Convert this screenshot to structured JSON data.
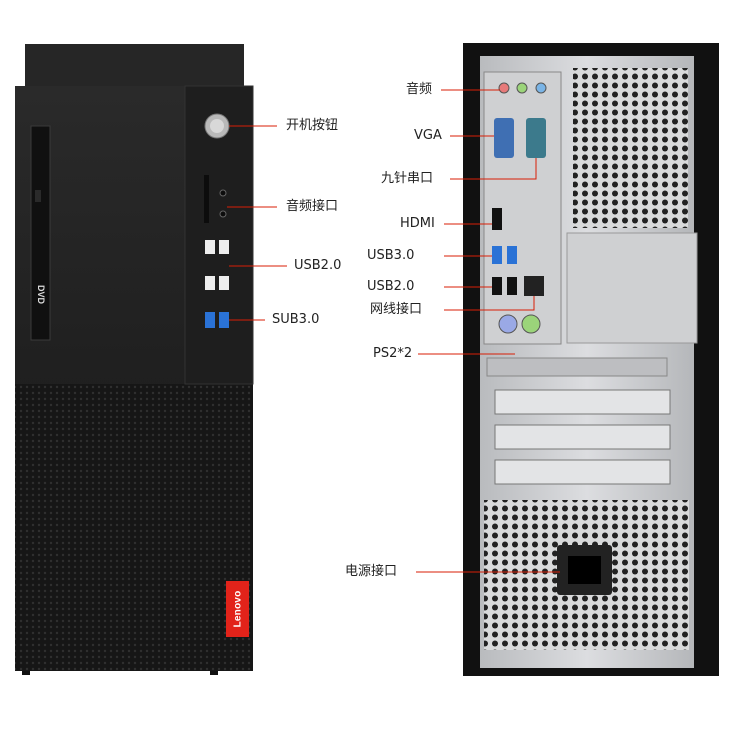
{
  "front_labels": {
    "power": "开机按钮",
    "audio_jack": "音频接口",
    "usb20": "USB2.0",
    "usb30": "SUB3.0"
  },
  "rear_labels": {
    "audio": "音频",
    "vga": "VGA",
    "serial": "九针串口",
    "hdmi": "HDMI",
    "usb30": "USB3.0",
    "usb20": "USB2.0",
    "lan": "网线接口",
    "ps2": "PS2*2",
    "power": "电源接口"
  },
  "brand": "Lenovo",
  "drive_badge": "DVD",
  "colors": {
    "callout_line": "#d81e06",
    "case_front": "#1b1b1b",
    "case_rear": "#c9cbcd",
    "brand_red": "#e2231a"
  }
}
